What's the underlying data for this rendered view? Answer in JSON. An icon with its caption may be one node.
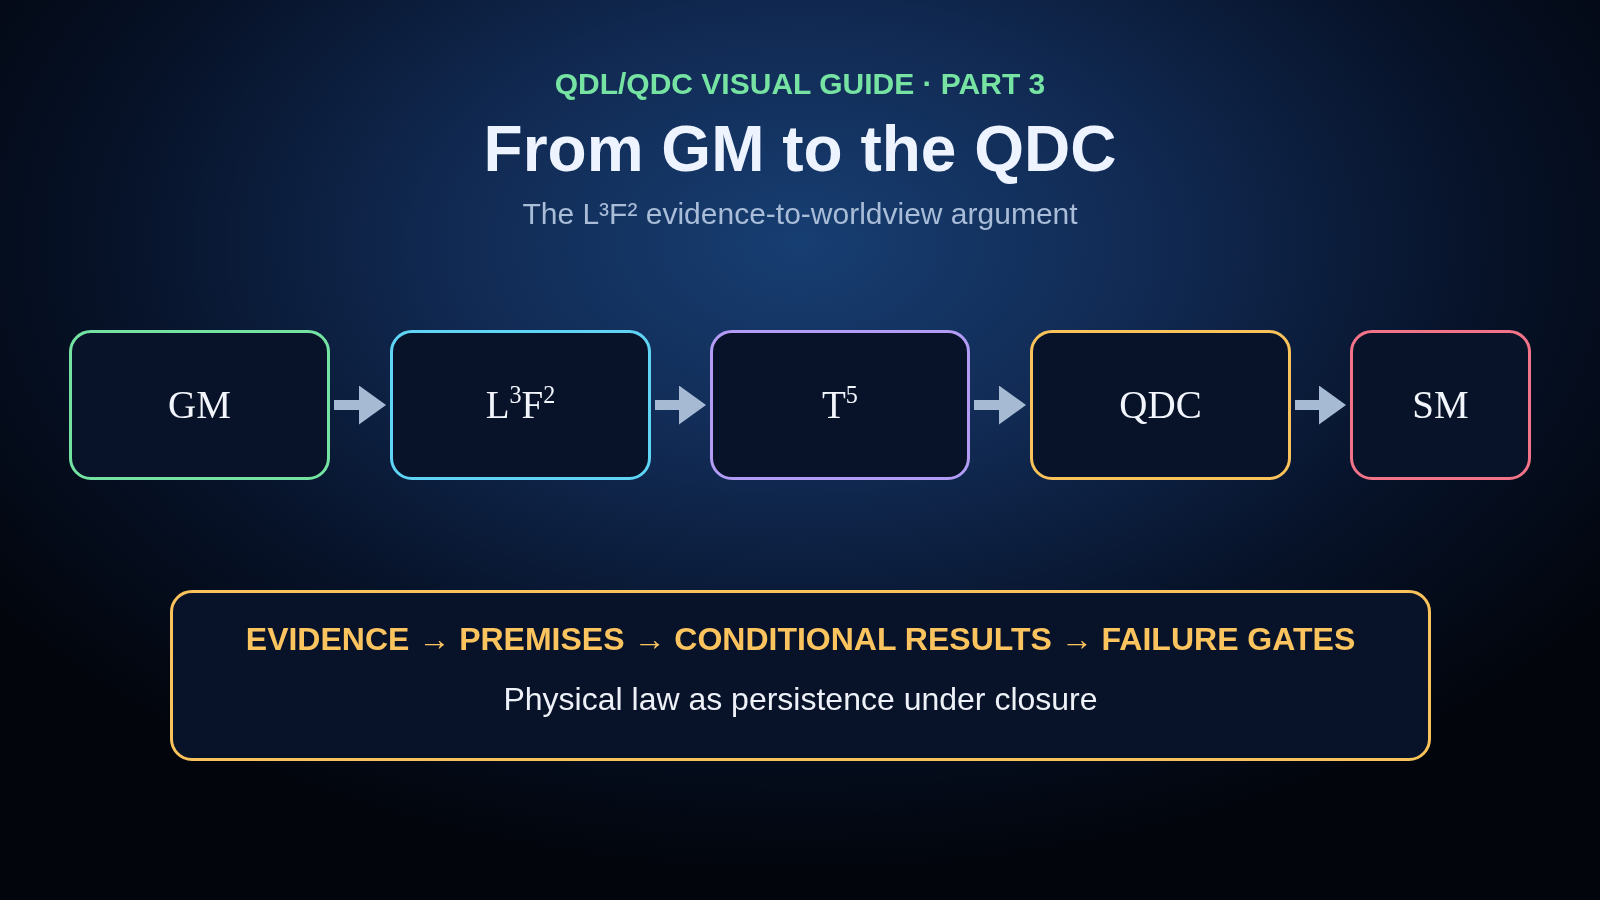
{
  "diagram": {
    "title": "From GM to the QDC",
    "nodes": [
      {
        "text": [
          "GM"
        ]
      },
      {
        "text": [
          "L$^{3}$F$^{2}$"
        ]
      },
      {
        "text": [
          "T$^{5}$"
        ]
      },
      {
        "text": [
          "QDC"
        ]
      },
      {
        "text": [
          "SM"
        ]
      },
      {
        "text": [
          "EVIDENCE → PREMISES → CONDITIONAL RESULTS → FAILURE GATES",
          "Physical law as persistence under closure"
        ]
      }
    ],
    "edges": [
      {
        "from": 0,
        "to": 1,
        "arrow": "to"
      },
      {
        "from": 1,
        "to": 2,
        "arrow": "to"
      },
      {
        "from": 2,
        "to": 3,
        "arrow": "to"
      },
      {
        "from": 3,
        "to": 4,
        "arrow": "to"
      }
    ],
    "labels": [
      "QDL/QDC VISUAL GUIDE · PART 3",
      "The L³F² evidence-to-worldview argument"
    ]
  }
}
